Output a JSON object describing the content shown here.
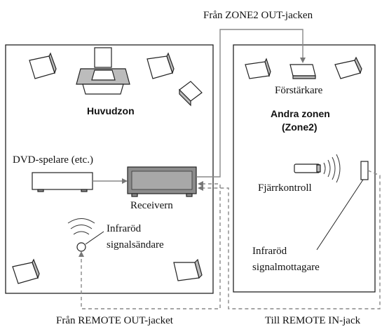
{
  "zones": {
    "main_title": "Huvudzon",
    "zone2_title_line1": "Andra zonen",
    "zone2_title_line2": "(Zone2)"
  },
  "labels": {
    "zone2_out": "Från ZONE2 OUT-jacken",
    "amplifier": "Förstärkare",
    "dvd": "DVD-spelare (etc.)",
    "receiver": "Receivern",
    "remote": "Fjärrkontroll",
    "ir_emitter_line1": "Infraröd",
    "ir_emitter_line2": "signalsändare",
    "ir_receiver_line1": "Infraröd",
    "ir_receiver_line2": "signalmottagare",
    "remote_out": "Från REMOTE OUT-jacket",
    "remote_in": "Till REMOTE IN-jack"
  }
}
